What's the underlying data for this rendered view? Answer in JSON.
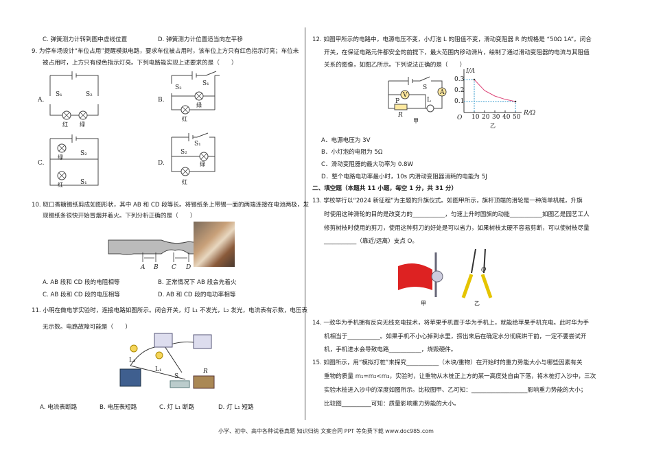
{
  "left": {
    "q8_options": [
      "C. 弹簧测力计转到图中虚线位置",
      "D. 弹簧测力计位置适当向左平移"
    ],
    "q9": [
      "9. 为停车场设计“车位占用”提醒模拟电路，要求车位被占用时，该车位上方只有红色指示灯亮；车位未",
      "被占用时，上方只有绿色指示灯亮。下列电路能实现上述要求的是（　　）"
    ],
    "q9_figs": {
      "A": "A.",
      "B": "B.",
      "C": "C.",
      "D": "D.",
      "red": "红",
      "green": "绿",
      "s1": "S₁",
      "s2": "S₂"
    },
    "q10": [
      "10. 取口香糖锡纸剪成如图形状，其中 AB 和 CD 段等长。将锡纸条上带锡一面的两端连接在电池两极，发",
      "现锡纸条很快开始冒烟并着火。下列分析正确的是（　　）"
    ],
    "q10_fig_labels": [
      "A",
      "B",
      "C",
      "D"
    ],
    "q10_options": [
      "A. AB 段和 CD 段的电阻相等",
      "B. 正常情况下 AB 段会先着火",
      "C. AB 段和 CD 段的电压相等",
      "D. AB 和 CD 段的电功率相等"
    ],
    "q11": [
      "11. 小明在做电学实验时，连接电路如图所示。闭合开关，灯 L₁ 不发光，L₂ 发光，电流表有示数，电压表",
      "无示数。电路故障可能是（　　）"
    ],
    "q11_fig_labels": {
      "l1": "L₁",
      "l2": "L₂",
      "s": "S",
      "r": "R"
    },
    "q11_options": [
      "A. 电流表断路",
      "B. 电压表短路",
      "C. 灯 L₁ 断路",
      "D. 灯 L₁ 短路"
    ]
  },
  "right": {
    "q12": [
      "12. 如图甲所示的电路中，电源电压不变，小灯泡 L 的阻值不变，滑动变阻器 R 的规格是 “50Ω 1A”。闭合",
      "开关，在保证电路元件都安全的前提下，最大范围内移动滑片，绘制了通过滑动变阻器的电流与其阻值",
      "关系的图像，如图乙所示。下列说法正确的是（　　）"
    ],
    "q12_fig": {
      "s": "S",
      "v": "V",
      "a": "A",
      "p": "P",
      "l": "L",
      "r": "R",
      "jia": "甲",
      "yi": "乙"
    },
    "chart_data": {
      "type": "line",
      "xlabel": "R/Ω",
      "ylabel": "I/A",
      "origin": "O",
      "x_ticks": [
        "10",
        "20",
        "30",
        "40",
        "50"
      ],
      "y_ticks": [
        "0.1",
        "0.2",
        "0.3"
      ],
      "x": [
        10,
        20,
        30,
        40,
        50
      ],
      "y": [
        0.3,
        0.2,
        0.15,
        0.12,
        0.1
      ]
    },
    "q12_options": [
      "A．电源电压为 3V",
      "B．小灯泡的电阻为 5Ω",
      "C．滑动变阻器的最大功率为 0.8W",
      "D．整个电路电功率最小时，10s 内滑动变阻器消耗的电能为 5J"
    ],
    "section": "二、填空题（本题共 11 小题，每空 1 分，共 31 分）",
    "q13": [
      "13. 学校举行以“2024 新征程”为主题的升旗仪式。如图甲所示，旗杆顶端的滑轮是一种简单机械，升旗",
      "时使用这种滑轮的目的是改变力的___________，匀速上升时国旗的动能___________如图乙是园艺工人",
      "修剪树枝时使用的剪刀，使用这种剪刀的好处是可以省力，如果树枝太硬不容易剪断，可以使树枝尽量",
      "___________（靠近/远离）支点 O。"
    ],
    "q13_fig": {
      "jia": "甲",
      "yi": "乙",
      "o": "O"
    },
    "q14": [
      "14. 一款华为手机拥有反向无线充电技术，将苹果手机置于华为手机上，就能给苹果手机充电。此时华为手",
      "机相当于___________。如果手机不小心掉到水里，捞出来后在确定水分彻底烘干前，一定不要尝试开",
      "机，手机进水会导致电路___________，烧毁硬件。"
    ],
    "q15": [
      "15. 如图所示，用“模拟打桩”来探究___________（木块/重物）在开始时的重力势能大小与哪些因素有关",
      "重物的质量 m₁=m₂<m₃，实验时，让重物从木桩正上方的某一高度处自由下落，将木桩打入沙中，三次",
      "实验木桩进入沙中的深度如图所示。比较图甲、乙可知：___________________影响重力势能的大小；",
      "比较图__________可知：质量影响重力势能的大小。"
    ]
  },
  "footer": "小学、初中、高中各种试卷真题  知识归纳  文案合同  PPT 等免费下载    www.doc985.com"
}
